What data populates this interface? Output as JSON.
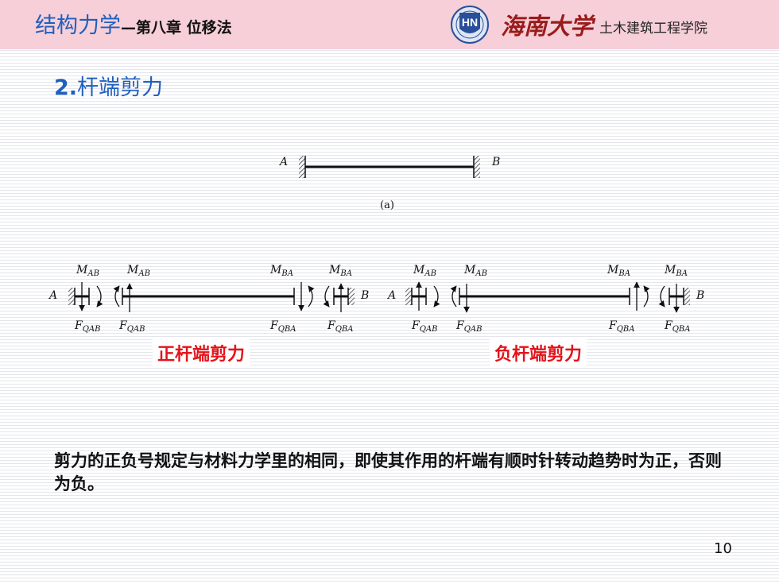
{
  "header": {
    "course_title": "结构力学",
    "chapter_title": "—第八章 位移法",
    "logo_text": "HN",
    "university": "海南大学",
    "college": "土木建筑工程学院",
    "brand_color": "#1f5fbf",
    "header_bg": "#f6cfd8"
  },
  "section": {
    "number": "2.",
    "title": "杆端剪力"
  },
  "figure_a": {
    "label_left": "A",
    "label_right": "B",
    "caption": "(a)"
  },
  "positive": {
    "label_left": "A",
    "label_right": "B",
    "moment_labels": [
      "MAB",
      "MAB",
      "MBA",
      "MBA"
    ],
    "shear_labels": [
      "FQAB",
      "FQAB",
      "FQBA",
      "FQBA"
    ],
    "caption": "正杆端剪力"
  },
  "negative": {
    "label_left": "A",
    "label_right": "B",
    "moment_labels": [
      "MAB",
      "MAB",
      "MBA",
      "MBA"
    ],
    "shear_labels": [
      "FQAB",
      "FQAB",
      "FQBA",
      "FQBA"
    ],
    "caption": "负杆端剪力"
  },
  "body_text": "剪力的正负号规定与材料力学里的相同，即使其作用的杆端有顺时针转动趋势时为正，否则为负。",
  "caption_color": "#e3141b",
  "page_number": "10"
}
